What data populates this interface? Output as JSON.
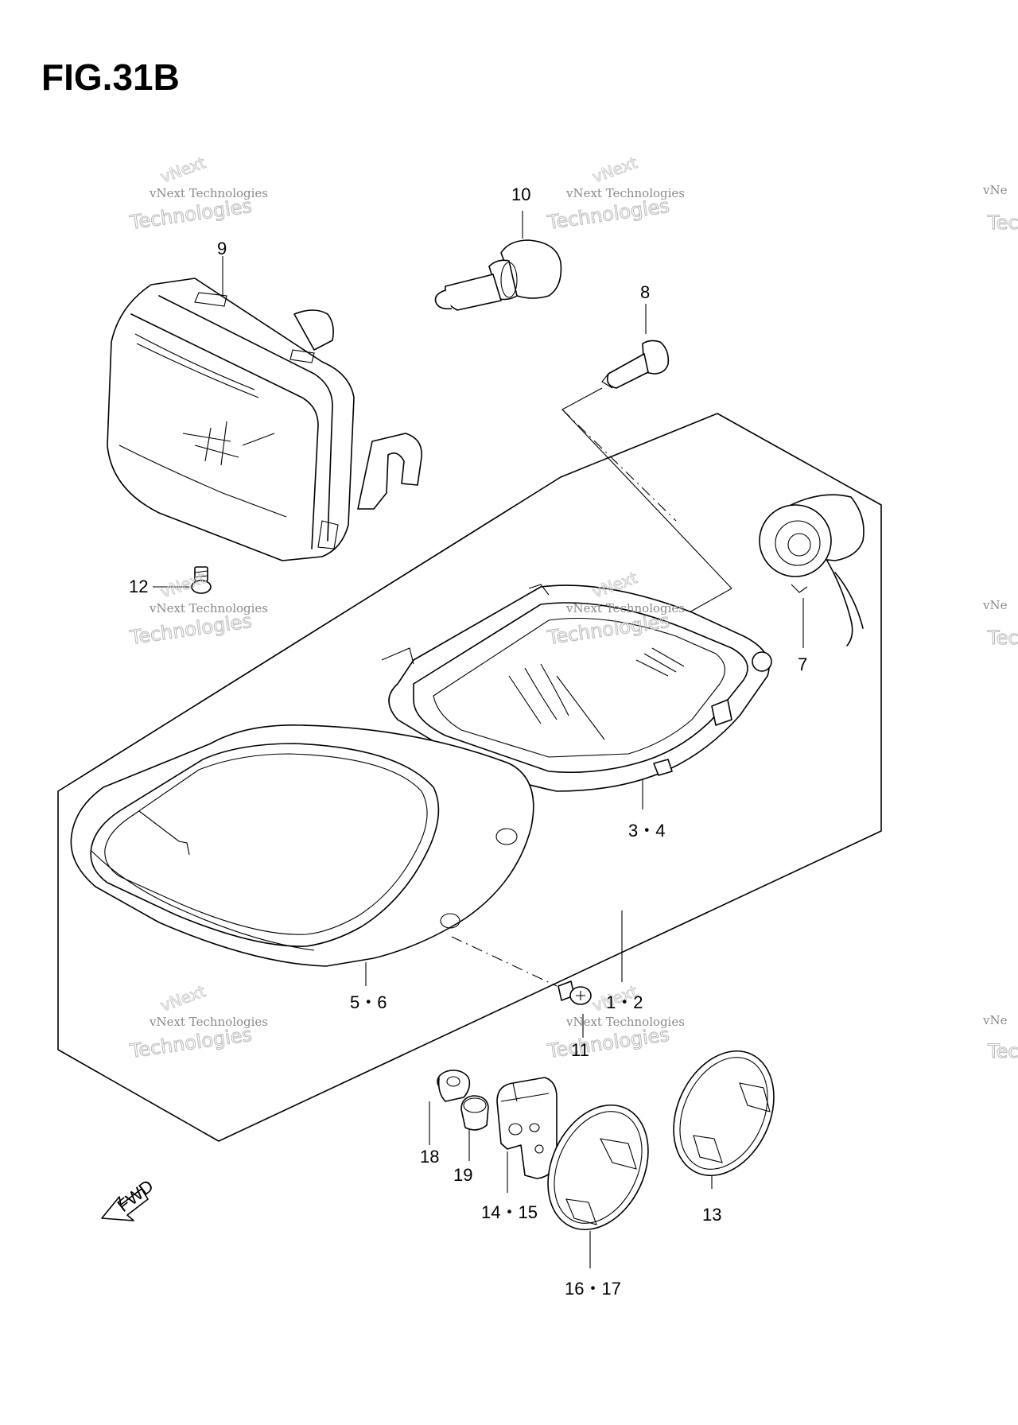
{
  "figure": {
    "title": "FIG.31B"
  },
  "callouts": [
    {
      "id": "c1-2",
      "label": "1・2"
    },
    {
      "id": "c3-4",
      "label": "3・4"
    },
    {
      "id": "c5-6",
      "label": "5・6"
    },
    {
      "id": "c7",
      "label": "7"
    },
    {
      "id": "c8",
      "label": "8"
    },
    {
      "id": "c9",
      "label": "9"
    },
    {
      "id": "c10",
      "label": "10"
    },
    {
      "id": "c11",
      "label": "11"
    },
    {
      "id": "c12",
      "label": "12"
    },
    {
      "id": "c13",
      "label": "13"
    },
    {
      "id": "c14-15",
      "label": "14・15"
    },
    {
      "id": "c16-17",
      "label": "16・17"
    },
    {
      "id": "c18",
      "label": "18"
    },
    {
      "id": "c19",
      "label": "19"
    }
  ],
  "fwd_arrow": {
    "label": "FWD"
  },
  "watermark": {
    "line1": "vNext Technologies",
    "line2": "Technologies",
    "line3": "vNext",
    "edge1": "vNe",
    "edge2": "Tec"
  }
}
